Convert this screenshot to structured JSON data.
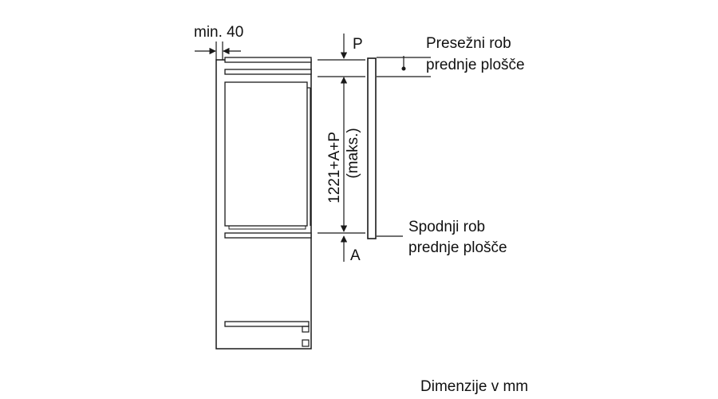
{
  "diagram": {
    "labels": {
      "min_gap": "min. 40",
      "top_edge_line1": "Presežni rob",
      "top_edge_line2": "prednje plošče",
      "bottom_edge_line1": "Spodnji rob",
      "bottom_edge_line2": "prednje plošče",
      "letter_p": "P",
      "letter_a": "A",
      "height_dim": "1221+A+P",
      "height_dim_note": "(maks.)",
      "units_note": "Dimenzije v mm"
    }
  }
}
